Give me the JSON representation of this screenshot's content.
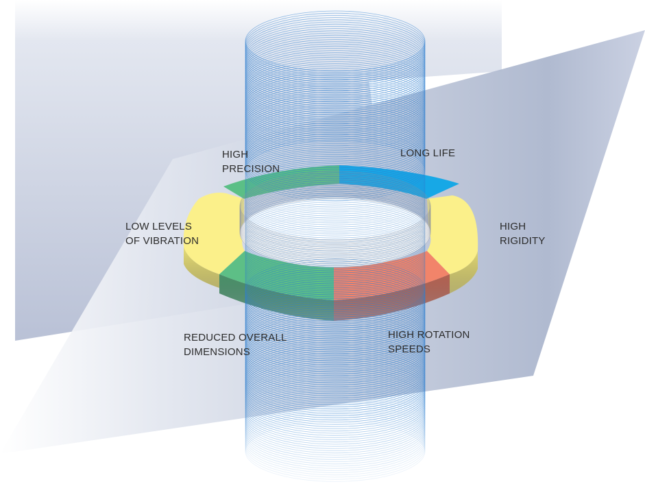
{
  "labels": {
    "high_precision": [
      "HIGH",
      "PRECISION"
    ],
    "long_life": [
      "LONG LIFE"
    ],
    "low_vibration": [
      "LOW LEVELS",
      "OF VIBRATION"
    ],
    "high_rigidity": [
      "HIGH",
      "RIGIDITY"
    ],
    "reduced_dimensions": [
      "REDUCED OVERALL",
      "DIMENSIONS"
    ],
    "high_rotation": [
      "HIGH ROTATION",
      "SPEEDS"
    ]
  },
  "colors": {
    "precision_segment": "#5bbf86",
    "long_life_segment": "#17a8e6",
    "rigidity_segment": "#fbf08a",
    "rotation_segment": "#f2846a",
    "dimensions_segment": "#5dbf86",
    "vibration_segment": "#fbf08a",
    "cylinder_lines": "#2f80d0",
    "background_panels": "#c7cee0"
  }
}
